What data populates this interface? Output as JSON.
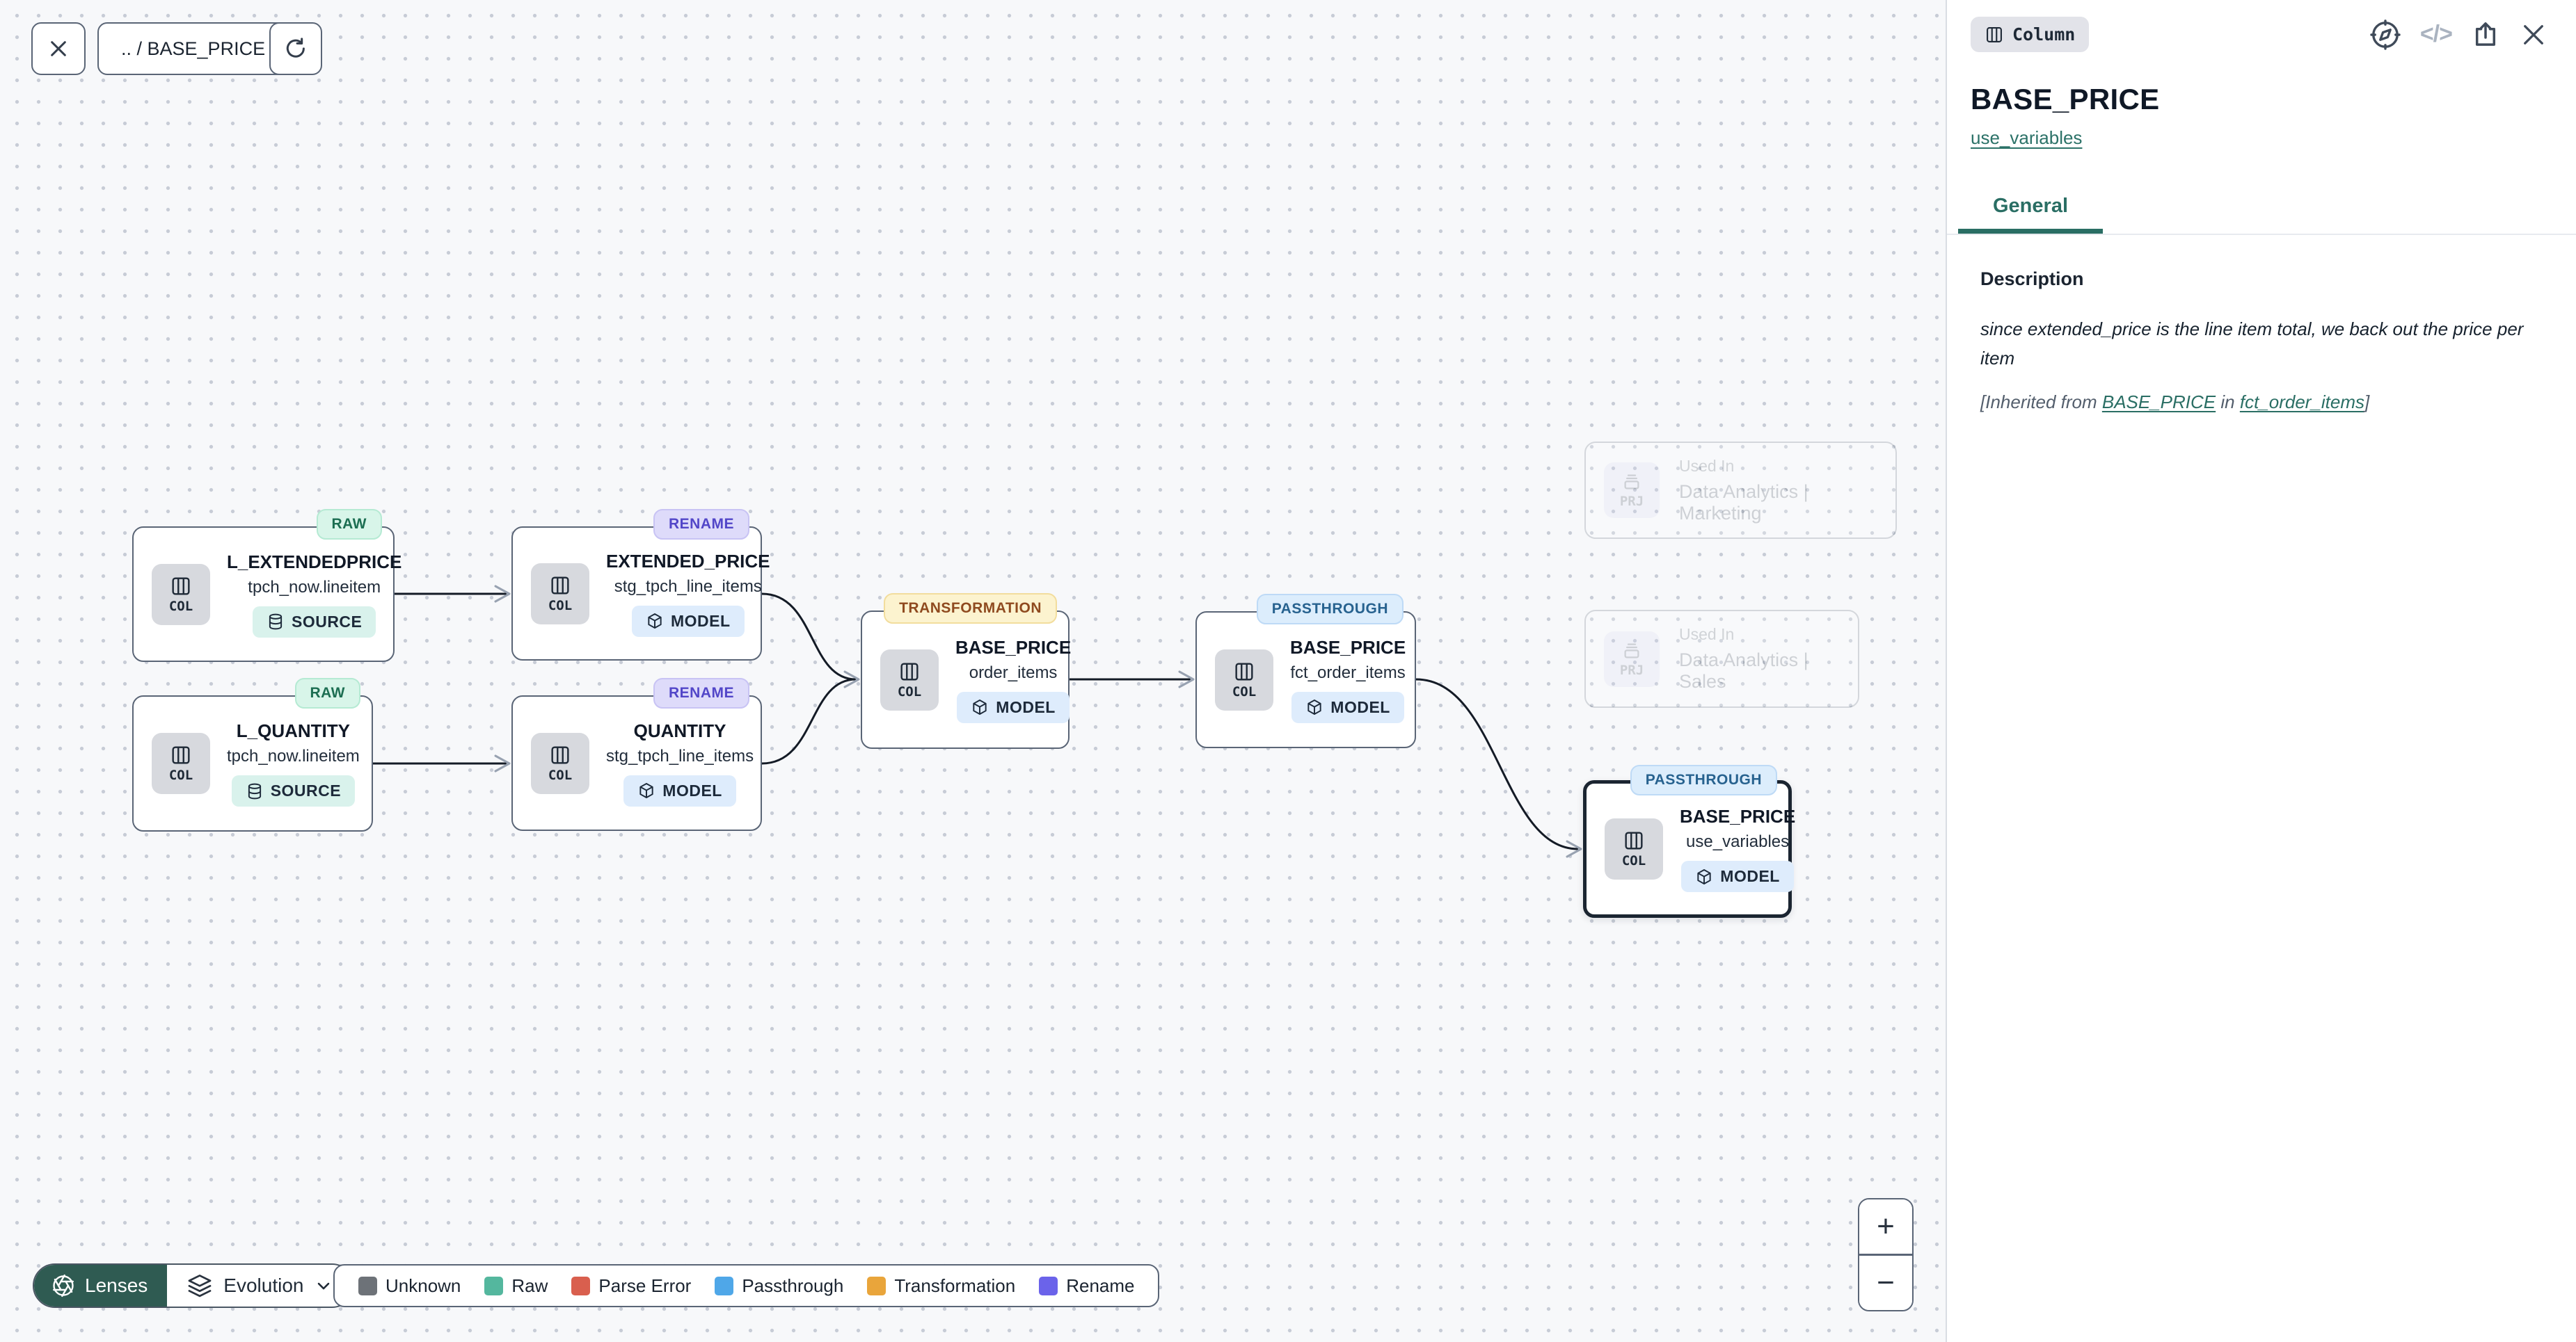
{
  "toolbar": {
    "breadcrumb": ".. / BASE_PRICE"
  },
  "graph": {
    "nodes": [
      {
        "title": "L_EXTENDEDPRICE",
        "subtitle": "tpch_now.lineitem",
        "kind": "COL",
        "lineage": "RAW",
        "type_label": "SOURCE"
      },
      {
        "title": "L_QUANTITY",
        "subtitle": "tpch_now.lineitem",
        "kind": "COL",
        "lineage": "RAW",
        "type_label": "SOURCE"
      },
      {
        "title": "EXTENDED_PRICE",
        "subtitle": "stg_tpch_line_items",
        "kind": "COL",
        "lineage": "RENAME",
        "type_label": "MODEL"
      },
      {
        "title": "QUANTITY",
        "subtitle": "stg_tpch_line_items",
        "kind": "COL",
        "lineage": "RENAME",
        "type_label": "MODEL"
      },
      {
        "title": "BASE_PRICE",
        "subtitle": "order_items",
        "kind": "COL",
        "lineage": "TRANSFORMATION",
        "type_label": "MODEL"
      },
      {
        "title": "BASE_PRICE",
        "subtitle": "fct_order_items",
        "kind": "COL",
        "lineage": "PASSTHROUGH",
        "type_label": "MODEL"
      },
      {
        "title": "BASE_PRICE",
        "subtitle": "use_variables",
        "kind": "COL",
        "lineage": "PASSTHROUGH",
        "type_label": "MODEL"
      }
    ],
    "ghosts": [
      {
        "kind": "PRJ",
        "label": "Used In",
        "name": "Data Analytics | Marketing"
      },
      {
        "kind": "PRJ",
        "label": "Used In",
        "name": "Data Analytics | Sales"
      }
    ]
  },
  "lenses": {
    "button": "Lenses",
    "selected": "Evolution"
  },
  "legend": [
    {
      "label": "Unknown",
      "color": "#6d7278"
    },
    {
      "label": "Raw",
      "color": "#54b79e"
    },
    {
      "label": "Parse Error",
      "color": "#d95f4e"
    },
    {
      "label": "Passthrough",
      "color": "#4fa7e8"
    },
    {
      "label": "Transformation",
      "color": "#e9a53b"
    },
    {
      "label": "Rename",
      "color": "#6b63ea"
    }
  ],
  "zoom_controls": {
    "plus": "+",
    "minus": "−"
  },
  "panel": {
    "badge": "Column",
    "title": "BASE_PRICE",
    "model_link": "use_variables",
    "tab": "General",
    "description_heading": "Description",
    "description_body": "since extended_price is the line item total, we back out the price per item",
    "inherited": {
      "prefix": "[Inherited from ",
      "column_link": "BASE_PRICE",
      "middle": " in ",
      "model_link": "fct_order_items",
      "suffix": "]"
    }
  },
  "icons": {
    "code_glyph": "</>"
  },
  "colors": {
    "accent_teal": "#2a6e64",
    "lenses_bg": "#2f5b52",
    "node_border": "#5a6576",
    "selected_border": "#1b2531",
    "edge": "#141b26",
    "canvas_bg": "#f7f8fa"
  }
}
